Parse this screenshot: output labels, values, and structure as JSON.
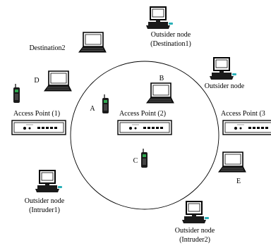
{
  "labels": {
    "destination2": "Destination2",
    "outsider_dest1_line1": "Outsider node",
    "outsider_dest1_line2": "(Destination1)",
    "outsider_right": "Outsider node",
    "node_d": "D",
    "node_b": "B",
    "node_a": "A",
    "node_c": "C",
    "node_e": "E",
    "ap1": "Access Point (1)",
    "ap2": "Access Point (2)",
    "ap3": "Access Point (3",
    "intruder1_line1": "Outsider node",
    "intruder1_line2": "(Intruder1)",
    "intruder2_line1": "Outsider node",
    "intruder2_line2": "(Intruder2)"
  },
  "icons": {
    "laptop": "laptop-icon",
    "desktop": "desktop-computer-icon",
    "phone": "mobile-phone-icon",
    "access_point": "access-point-icon"
  },
  "colors": {
    "line": "#000000",
    "screen": "#ffffff",
    "device_fill": "#1a1a1a",
    "accent_green": "#2fa84f",
    "accent_teal": "#2ab0b8"
  }
}
